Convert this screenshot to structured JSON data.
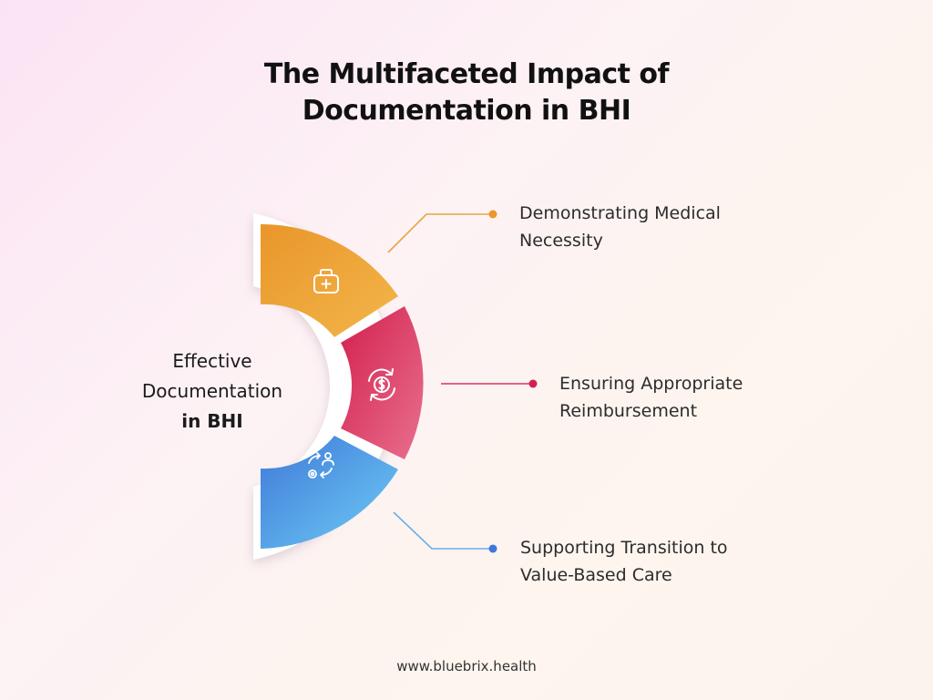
{
  "title": {
    "line1": "The Multifaceted Impact of",
    "line2": "Documentation in BHI"
  },
  "center": {
    "line1": "Effective",
    "line2": "Documentation",
    "line3": "in BHI"
  },
  "segments": [
    {
      "label_line1": "Demonstrating Medical",
      "label_line2": "Necessity",
      "icon": "medical-kit-icon",
      "color": "#f0a43c",
      "color2": "#e89a2f"
    },
    {
      "label_line1": "Ensuring Appropriate",
      "label_line2": "Reimbursement",
      "icon": "dollar-cycle-icon",
      "color": "#d9345c",
      "color2": "#e56481"
    },
    {
      "label_line1": "Supporting Transition to",
      "label_line2": "Value-Based Care",
      "icon": "care-workflow-icon",
      "color": "#4a86de",
      "color2": "#6cc4f3"
    }
  ],
  "footer": "www.bluebrix.health"
}
